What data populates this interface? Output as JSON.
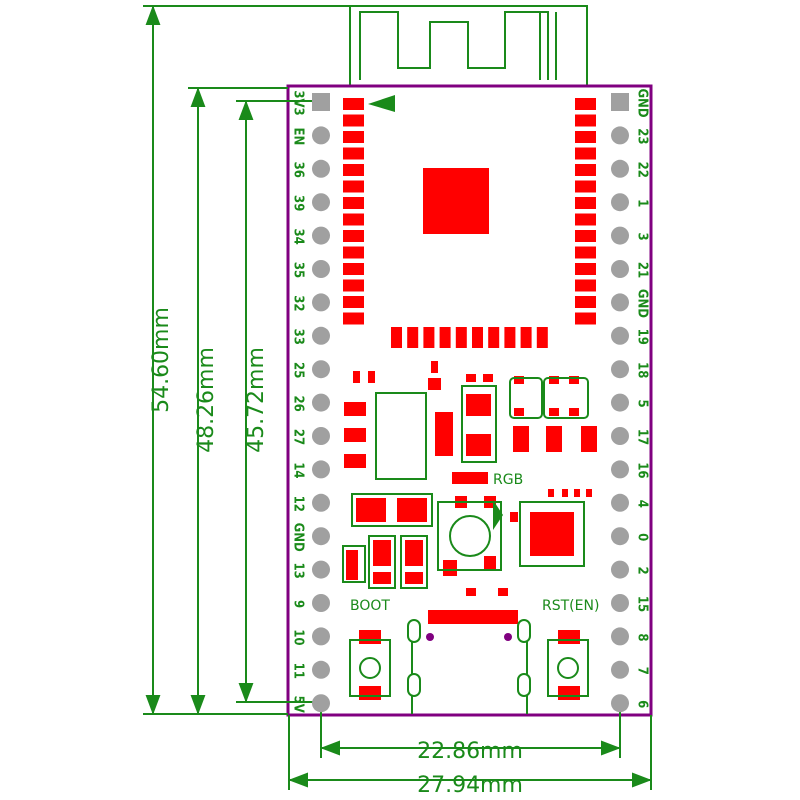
{
  "dimensions": {
    "overall_height": "54.60mm",
    "pin_span_height": "48.26mm",
    "pin_row_height": "45.72mm",
    "pin_span_width": "22.86mm",
    "overall_width": "27.94mm"
  },
  "left_pins": [
    "3V3",
    "EN",
    "36",
    "39",
    "34",
    "35",
    "32",
    "33",
    "25",
    "26",
    "27",
    "14",
    "12",
    "GND",
    "13",
    "9",
    "10",
    "11",
    "5V"
  ],
  "right_pins": [
    "GND",
    "23",
    "22",
    "1",
    "3",
    "21",
    "GND",
    "19",
    "18",
    "5",
    "17",
    "16",
    "4",
    "0",
    "2",
    "15",
    "8",
    "7",
    "6"
  ],
  "silkscreen": {
    "boot": "BOOT",
    "reset": "RST(EN)",
    "rgb": "RGB"
  },
  "colors": {
    "outline": "#800080",
    "dimension": "#1a8a1a",
    "pad": "#ff0000",
    "pin": "#a0a0a0"
  }
}
